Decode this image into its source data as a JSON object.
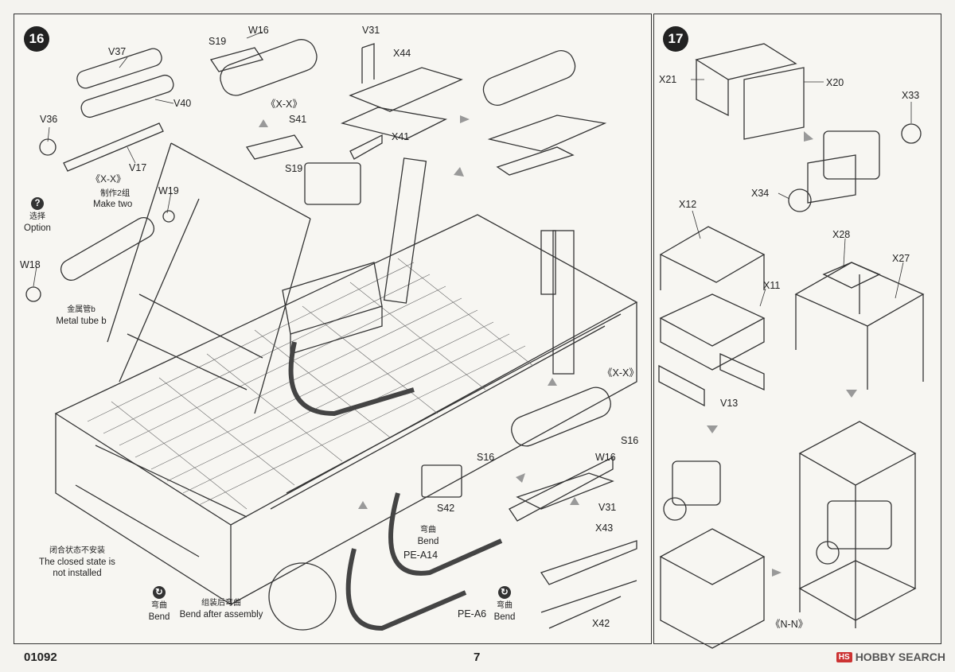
{
  "step16": {
    "number": "16",
    "parts": {
      "v37": "V37",
      "v40": "V40",
      "v36": "V36",
      "v17": "V17",
      "w16_top": "W16",
      "s19_top": "S19",
      "xx_top": "《X-X》",
      "s41": "S41",
      "s19_mid": "S19",
      "v31_top": "V31",
      "x44": "X44",
      "x41": "X41",
      "w19": "W19",
      "w18": "W18",
      "xx_right": "《X-X》",
      "s16_right": "S16",
      "w16_right": "W16",
      "s16_mid": "S16",
      "s42": "S42",
      "v31_bottom": "V31",
      "x43": "X43",
      "x42": "X42",
      "pe_a14": "PE-A14",
      "pe_a6": "PE-A6"
    },
    "notes": {
      "make_two_xx": "《X-X》",
      "make_two_cn": "制作2组",
      "make_two_en": "Make two",
      "option_cn": "选择",
      "option_en": "Option",
      "metal_tube_cn": "金属管b",
      "metal_tube_en": "Metal tube b",
      "closed_cn": "闭合状态不安装",
      "closed_en_1": "The closed state is",
      "closed_en_2": "not installed",
      "bend1_cn": "弯曲",
      "bend1_en": "Bend",
      "bend_after_cn": "组装后弯曲",
      "bend_after_en": "Bend after assembly",
      "bend2_cn": "弯曲",
      "bend2_en": "Bend",
      "bend3_cn": "弯曲",
      "bend3_en": "Bend"
    }
  },
  "step17": {
    "number": "17",
    "parts": {
      "x21": "X21",
      "x20": "X20",
      "x33": "X33",
      "x34": "X34",
      "x12": "X12",
      "x11": "X11",
      "x28": "X28",
      "x27": "X27",
      "v13": "V13",
      "nn": "《N-N》"
    }
  },
  "footer": {
    "code": "01092",
    "page": "7",
    "watermark": "HOBBY SEARCH"
  },
  "colors": {
    "ink": "#222222",
    "paper": "#f4f3ef",
    "arrow": "#9a9a9a"
  }
}
